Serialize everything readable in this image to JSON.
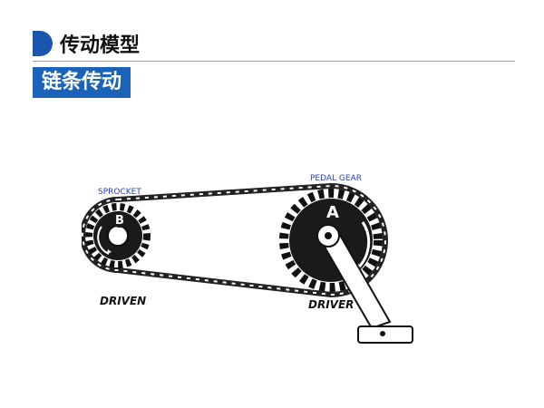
{
  "header": {
    "title": "传动模型",
    "accent_color": "#1a56b0"
  },
  "section": {
    "label": "链条传动",
    "color": "#1a63b8"
  },
  "diagram": {
    "sprocket_label": "SPROCKET",
    "pedal_gear_label": "PEDAL GEAR",
    "gear_b_letter": "B",
    "gear_a_letter": "A",
    "driven_label": "DRIVEN",
    "driver_label": "DRIVER",
    "rotation_icon": "curved-arrow-icon"
  }
}
